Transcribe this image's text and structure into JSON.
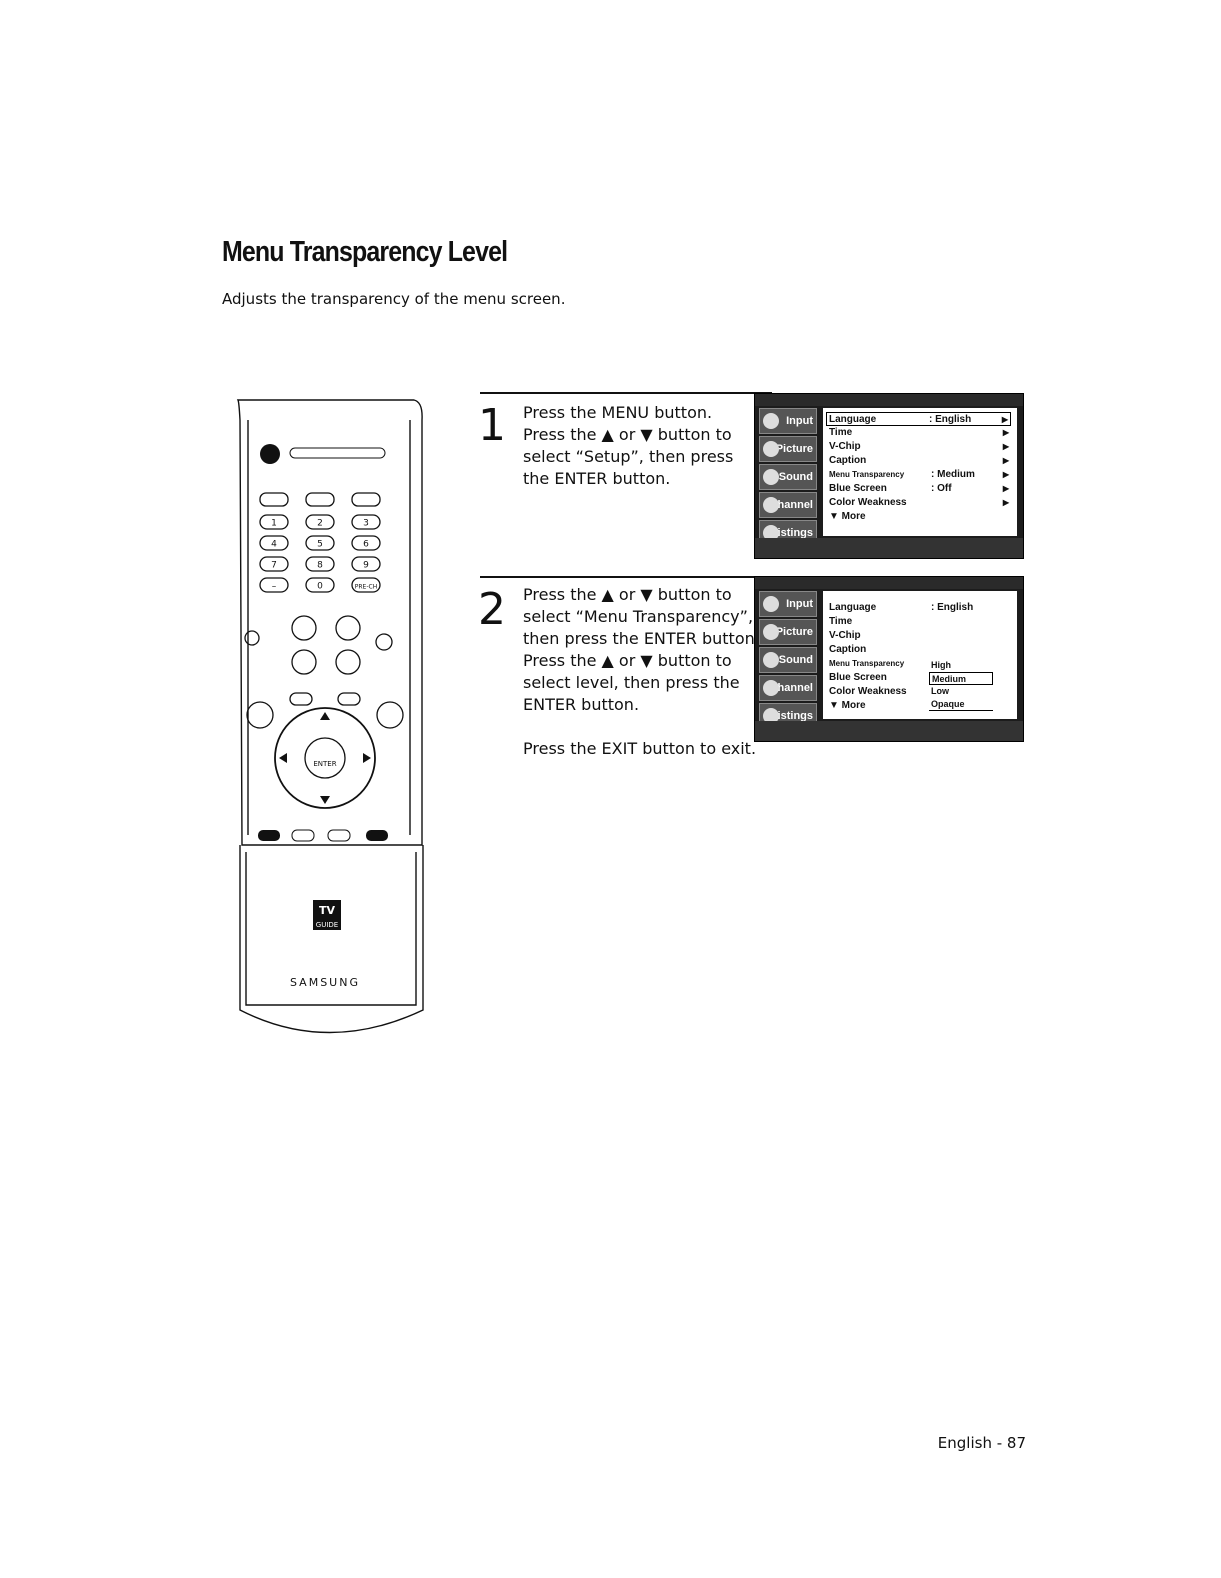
{
  "page": {
    "title": "Menu Transparency Level",
    "subtitle": "Adjusts the transparency of the menu screen.",
    "footer": "English - 87"
  },
  "remote": {
    "brand": "SAMSUNG",
    "tv_guide_top": "TV",
    "tv_guide_bottom": "GUIDE",
    "enter_label": "ENTER",
    "number_keys": [
      "1",
      "2",
      "3",
      "4",
      "5",
      "6",
      "7",
      "8",
      "9",
      "–",
      "0",
      "PRE-CH"
    ]
  },
  "steps": [
    {
      "number": "1",
      "lines": [
        "Press the MENU button.",
        "Press the ▲ or ▼ button to",
        "select “Setup”, then press",
        "the ENTER button."
      ]
    },
    {
      "number": "2",
      "lines": [
        "Press the ▲ or ▼ button to",
        "select “Menu Transparency”,",
        "then press the ENTER button.",
        "Press the ▲ or ▼ button to",
        "select level, then press the",
        "ENTER button.",
        "",
        "Press the EXIT button to exit."
      ]
    }
  ],
  "osd_tabs": [
    "Input",
    "Picture",
    "Sound",
    "Channel",
    "Listings"
  ],
  "osd1": {
    "rows": [
      {
        "label": "Language",
        "value": ": English",
        "arrow": "▶"
      },
      {
        "label": "Time",
        "value": "",
        "arrow": "▶"
      },
      {
        "label": "V-Chip",
        "value": "",
        "arrow": "▶"
      },
      {
        "label": "Caption",
        "value": "",
        "arrow": "▶"
      },
      {
        "label": "Menu Transparency",
        "value": ": Medium",
        "arrow": "▶"
      },
      {
        "label": "Blue Screen",
        "value": ": Off",
        "arrow": "▶"
      },
      {
        "label": "Color Weakness",
        "value": "",
        "arrow": "▶"
      },
      {
        "label": "▼ More",
        "value": "",
        "arrow": ""
      }
    ]
  },
  "osd2": {
    "rows": [
      {
        "label": "Language",
        "value": ": English"
      },
      {
        "label": "Time",
        "value": ""
      },
      {
        "label": "V-Chip",
        "value": ""
      },
      {
        "label": "Caption",
        "value": ""
      },
      {
        "label": "Menu Transparency",
        "value": ""
      },
      {
        "label": "Blue Screen",
        "value": ""
      },
      {
        "label": "Color Weakness",
        "value": ""
      },
      {
        "label": "▼ More",
        "value": ""
      }
    ],
    "options": [
      "High",
      "Medium",
      "Low",
      "Opaque"
    ],
    "selected_option": "Medium"
  }
}
